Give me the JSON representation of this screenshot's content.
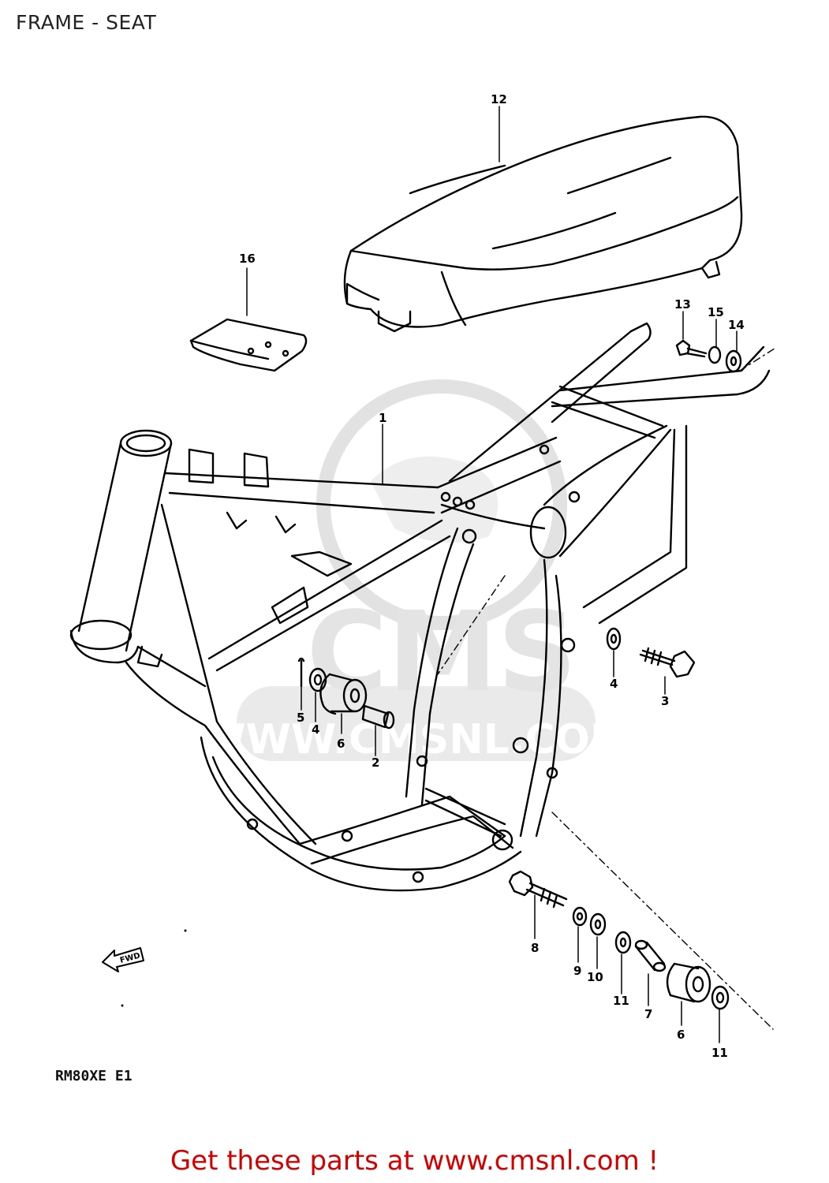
{
  "page": {
    "title": "FRAME - SEAT"
  },
  "diagram": {
    "model_code": "RM80XE E1",
    "direction_label": "FWD",
    "parts": [
      {
        "ref": "1"
      },
      {
        "ref": "2"
      },
      {
        "ref": "3"
      },
      {
        "ref": "4"
      },
      {
        "ref": "5"
      },
      {
        "ref": "6"
      },
      {
        "ref": "7"
      },
      {
        "ref": "8"
      },
      {
        "ref": "9"
      },
      {
        "ref": "10"
      },
      {
        "ref": "11"
      },
      {
        "ref": "12"
      },
      {
        "ref": "13"
      },
      {
        "ref": "14"
      },
      {
        "ref": "15"
      },
      {
        "ref": "16"
      }
    ]
  },
  "watermark": {
    "brand": "CMS",
    "url": "WWW.CMSNL.COM"
  },
  "footer": {
    "cta_text": "Get these parts at www.cmsnl.com !"
  },
  "colors": {
    "cta": "#d40000",
    "watermark": "#e6e6e6",
    "line": "#000000"
  }
}
